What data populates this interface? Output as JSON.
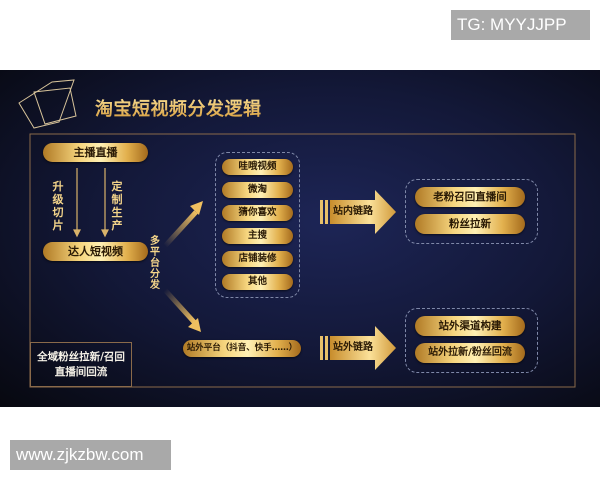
{
  "watermark_top": "TG: MYYJJPP",
  "watermark_bottom": "www.zjkzbw.com",
  "diagram": {
    "title": "淘宝短视频分发逻辑",
    "source_top": "主播直播",
    "arrow_left_label": "升级切片",
    "arrow_right_label": "定制生产",
    "source_bottom": "达人短视频",
    "distribution_label": "多平台分发",
    "in_site_platforms": [
      "哇哦视频",
      "微淘",
      "猜你喜欢",
      "主搜",
      "店铺装修",
      "其他"
    ],
    "off_site_platform": "站外平台（抖音、快手……）",
    "in_site_link": "站内链路",
    "off_site_link": "站外链路",
    "in_site_results": [
      "老粉召回直播间",
      "粉丝拉新"
    ],
    "off_site_results": [
      "站外渠道构建",
      "站外拉新/粉丝回流"
    ],
    "summary": "全域粉丝拉新/召回直播间回流"
  },
  "colors": {
    "gold": "#f0c060",
    "navy": "#131838"
  }
}
